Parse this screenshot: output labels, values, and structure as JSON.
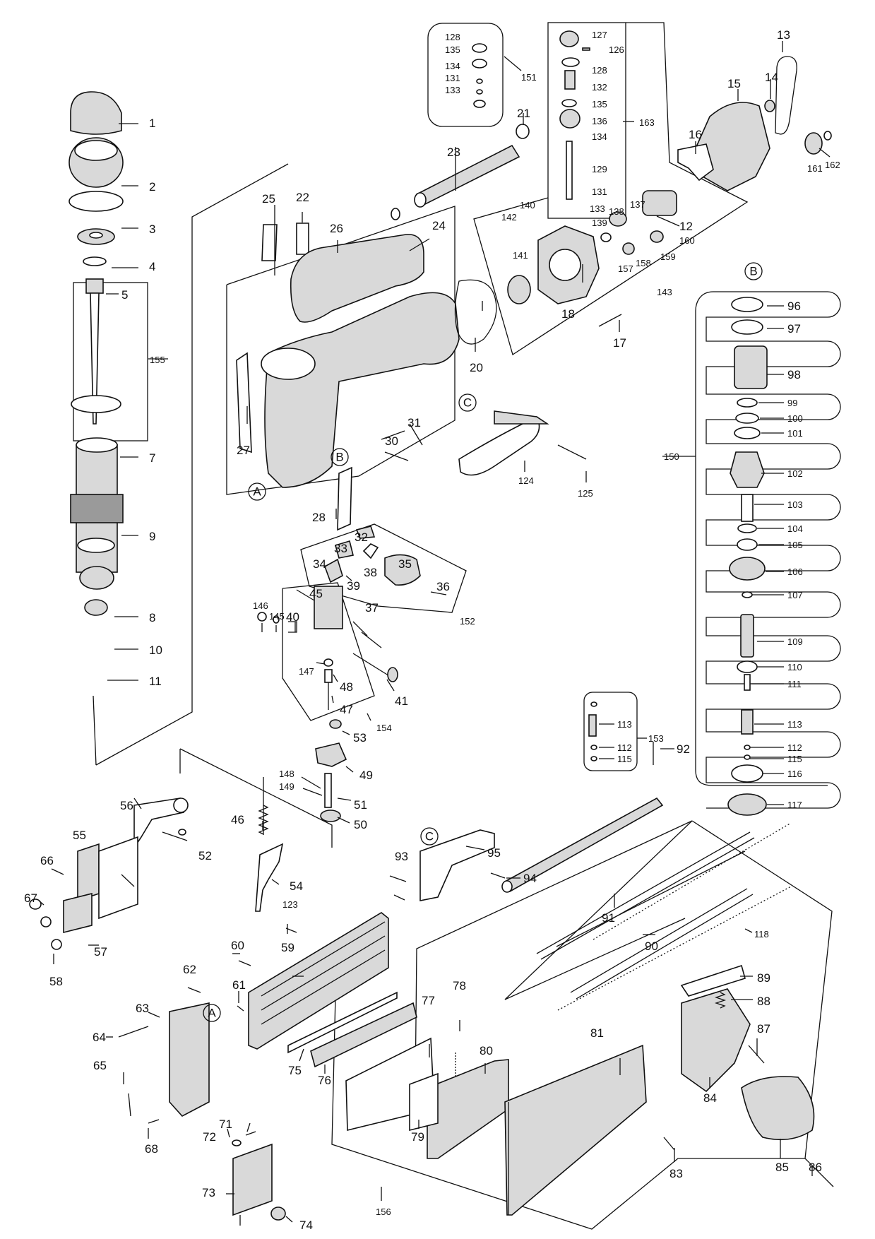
{
  "diagram": {
    "part_numbers": {
      "p1": "1",
      "p2": "2",
      "p3": "3",
      "p4": "4",
      "p5": "5",
      "p7": "7",
      "p8": "8",
      "p9": "9",
      "p10": "10",
      "p11": "11",
      "p12": "12",
      "p13": "13",
      "p14": "14",
      "p15": "15",
      "p16": "16",
      "p17": "17",
      "p18": "18",
      "p20": "20",
      "p21": "21",
      "p22": "22",
      "p23": "23",
      "p24": "24",
      "p25": "25",
      "p26": "26",
      "p27": "27",
      "p28": "28",
      "p30": "30",
      "p31": "31",
      "p32": "32",
      "p33": "33",
      "p34": "34",
      "p35": "35",
      "p36": "36",
      "p37": "37",
      "p38": "38",
      "p39": "39",
      "p40": "40",
      "p41": "41",
      "p45": "45",
      "p46": "46",
      "p47": "47",
      "p48": "48",
      "p49": "49",
      "p50": "50",
      "p51": "51",
      "p52": "52",
      "p53": "53",
      "p54": "54",
      "p55": "55",
      "p56": "56",
      "p57": "57",
      "p58": "58",
      "p59": "59",
      "p60": "60",
      "p61": "61",
      "p62": "62",
      "p63": "63",
      "p64": "64",
      "p65": "65",
      "p66": "66",
      "p67": "67",
      "p68": "68",
      "p71": "71",
      "p72": "72",
      "p73": "73",
      "p74": "74",
      "p75": "75",
      "p76": "76",
      "p77": "77",
      "p78": "78",
      "p79": "79",
      "p80": "80",
      "p81": "81",
      "p83": "83",
      "p84": "84",
      "p85": "85",
      "p86": "86",
      "p87": "87",
      "p88": "88",
      "p89": "89",
      "p90": "90",
      "p91": "91",
      "p92": "92",
      "p93": "93",
      "p94": "94",
      "p95": "95",
      "p96": "96",
      "p97": "97",
      "p98": "98",
      "p99": "99",
      "p100": "100",
      "p101": "101",
      "p102": "102",
      "p103": "103",
      "p104": "104",
      "p105": "105",
      "p106": "106",
      "p107": "107",
      "p109": "109",
      "p110": "110",
      "p111": "111",
      "p112a": "112",
      "p112b": "112",
      "p113a": "113",
      "p113b": "113",
      "p115a": "115",
      "p115b": "115",
      "p116": "116",
      "p117": "117",
      "p118": "118",
      "p123": "123",
      "p124": "124",
      "p125": "125",
      "p126": "126",
      "p127": "127",
      "p128a": "128",
      "p128b": "128",
      "p129": "129",
      "p131a": "131",
      "p131b": "131",
      "p132": "132",
      "p133a": "133",
      "p133b": "133",
      "p134a": "134",
      "p134b": "134",
      "p135a": "135",
      "p135b": "135",
      "p136": "136",
      "p137": "137",
      "p138": "138",
      "p139": "139",
      "p140": "140",
      "p141": "141",
      "p142": "142",
      "p143": "143",
      "p145": "145",
      "p146": "146",
      "p147": "147",
      "p148": "148",
      "p149": "149",
      "p150": "150",
      "p151": "151",
      "p152": "152",
      "p153": "153",
      "p154": "154",
      "p155": "155",
      "p156": "156",
      "p157": "157",
      "p158": "158",
      "p159": "159",
      "p160": "160",
      "p161": "161",
      "p162": "162",
      "p163": "163"
    },
    "callouts": {
      "A1": "A",
      "A2": "A",
      "B1": "B",
      "B2": "B",
      "C1": "C",
      "C2": "C"
    }
  }
}
